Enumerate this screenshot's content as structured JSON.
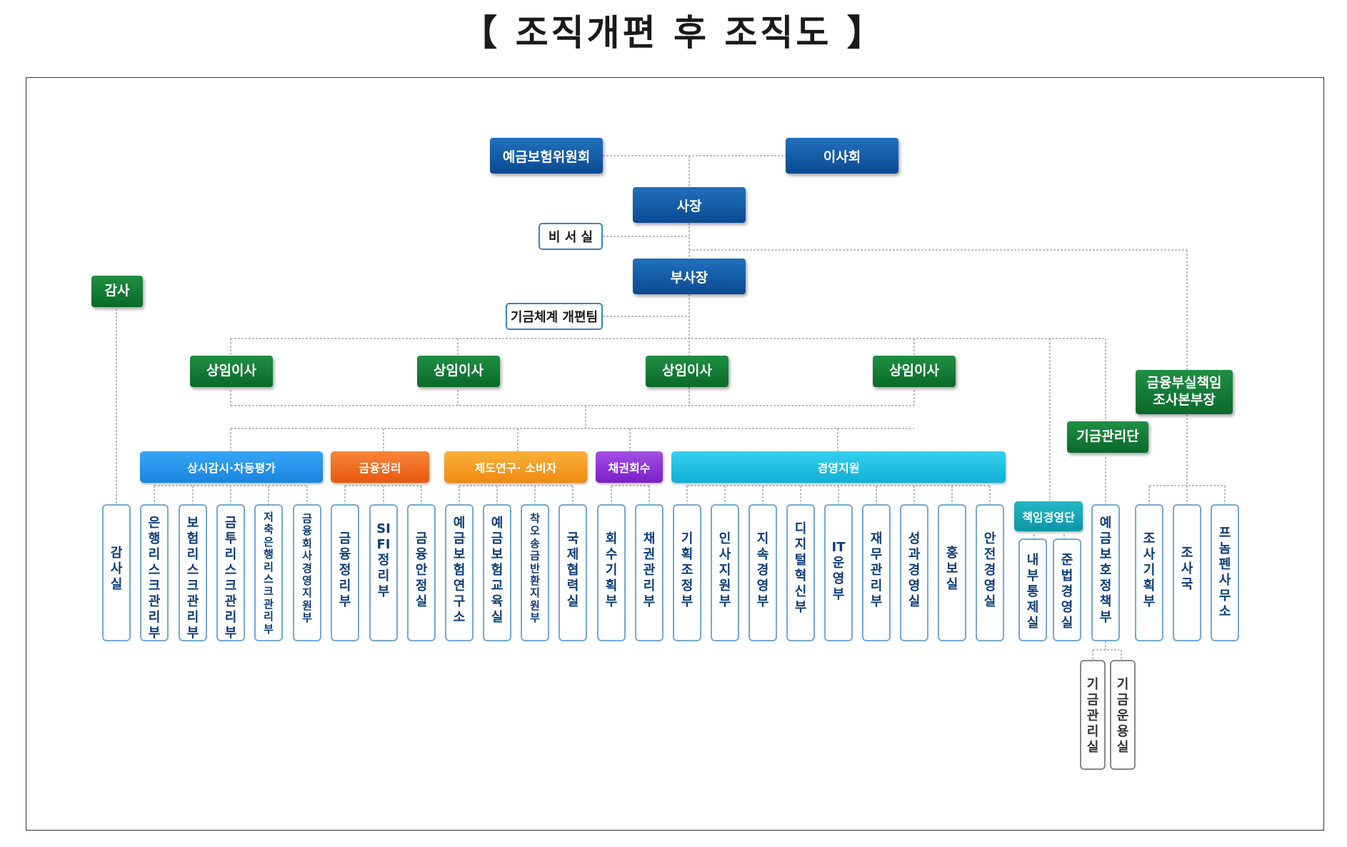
{
  "title": "【 조직개편 후 조직도 】",
  "colors": {
    "blue": "#0a4a91",
    "green": "#0a6a2a",
    "surveillance": "#1e90ef",
    "finance": "#f26a1b",
    "policy": "#f59a1c",
    "bond": "#8a2bd6",
    "management": "#19bde0",
    "responsibility": "#1aa3b3"
  },
  "top": {
    "committee": "예금보험위원회",
    "board": "이사회",
    "president": "사장",
    "secretary": "비 서 실",
    "vice_president": "부사장",
    "fund_team": "기금체계 개편팀",
    "auditor": "감사"
  },
  "directors": [
    "상임이사",
    "상임이사",
    "상임이사",
    "상임이사"
  ],
  "investigation_head": "금융부실책임 조사본부장",
  "fund_group": "기금관리단",
  "responsibility_group": "책임경영단",
  "categories": {
    "surveillance": "상시감시·차등평가",
    "finance": "금융정리",
    "policy": "제도연구· 소비자",
    "bond": "채권회수",
    "management": "경영지원"
  },
  "departments": {
    "audit": "감사실",
    "surveillance": [
      "은행리스크관리부",
      "보험리스크관리부",
      "금투리스크관리부",
      "저축은행리스크관리부",
      "금융회사경영지원부"
    ],
    "finance": [
      "금융정리부",
      "SIFI정리부",
      "금융안정실"
    ],
    "policy": [
      "예금보험연구소",
      "예금보험교육실",
      "착오송금반환지원부",
      "국제협력실"
    ],
    "bond": [
      "회수기획부",
      "채권관리부"
    ],
    "management": [
      "기획조정부",
      "인사지원부",
      "지속경영부",
      "디지털혁신부",
      "IT운영부",
      "재무관리부",
      "성과경영실",
      "홍보실",
      "안전경영실"
    ],
    "responsibility": [
      "내부통제실",
      "준법경영실"
    ],
    "fund": "예금보호정책부",
    "fund_sub": [
      "기금관리실",
      "기금운용실"
    ],
    "investigation": [
      "조사기획부",
      "조사국",
      "프놈펜사무소"
    ]
  }
}
